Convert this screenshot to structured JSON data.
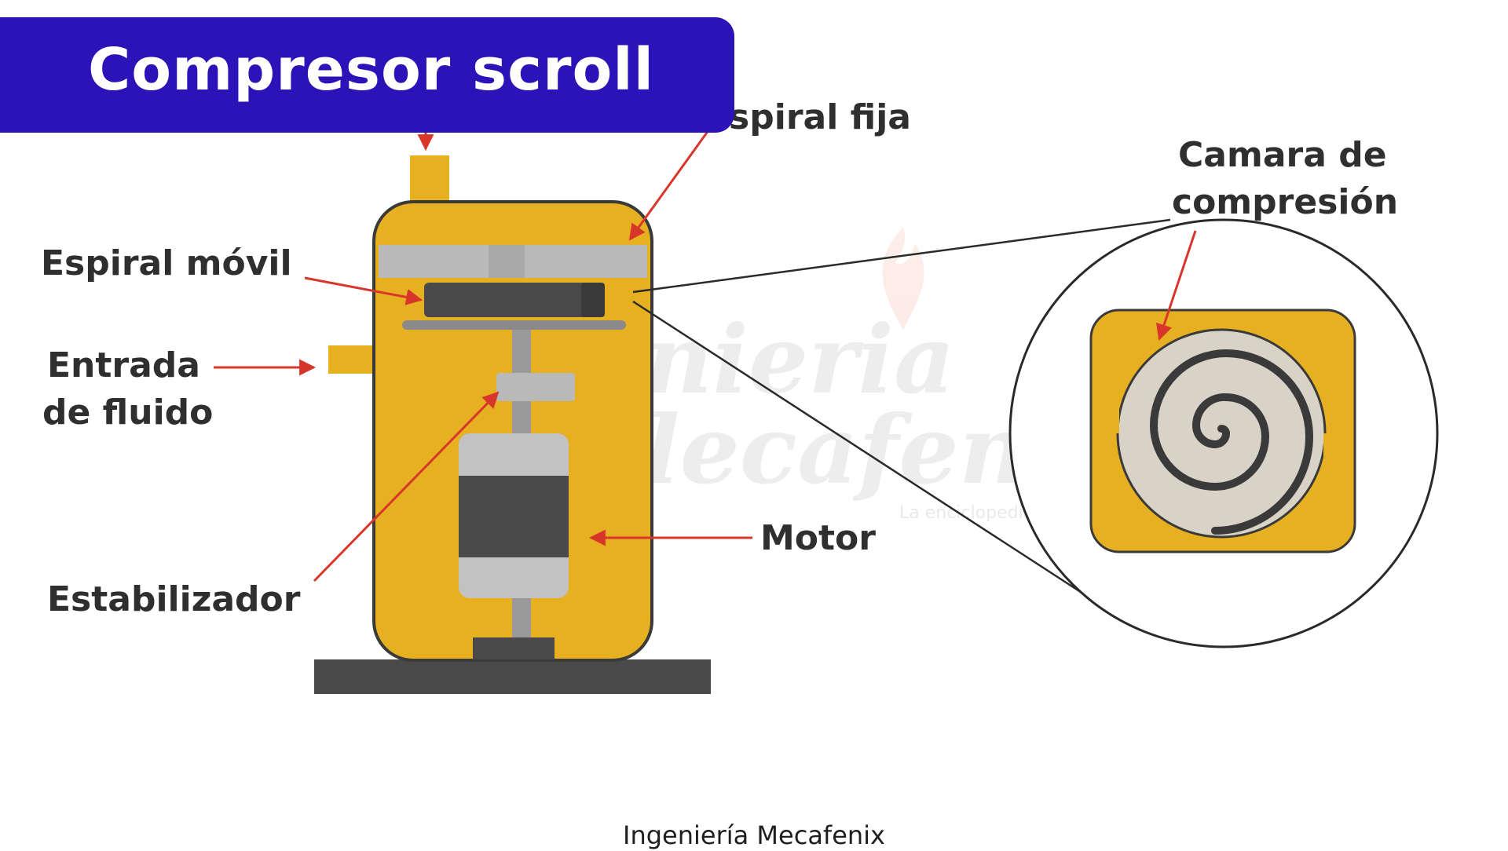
{
  "title": "Compresor scroll",
  "labels": {
    "fixed_scroll": "Espiral fija",
    "orbiting_scroll": "Espiral móvil",
    "fluid_inlet_line1": "Entrada",
    "fluid_inlet_line2": "de fluido",
    "stabilizer": "Estabilizador",
    "motor": "Motor",
    "compression_chamber_line1": "Camara de",
    "compression_chamber_line2": "compresión"
  },
  "watermark": {
    "line1": "nieria",
    "line2": "lecafen",
    "tagline": "La enciclopedia de"
  },
  "credit": "Ingeniería Mecafenix",
  "colors": {
    "banner": "#2c13b8",
    "housing": "#e6b020",
    "housing_stroke": "#3a3a3a",
    "metal_light": "#b9b9b9",
    "metal_dark": "#4a4a4a",
    "base": "#4a4a4a",
    "arrow": "#d9362b",
    "text": "#2f2f2f"
  }
}
